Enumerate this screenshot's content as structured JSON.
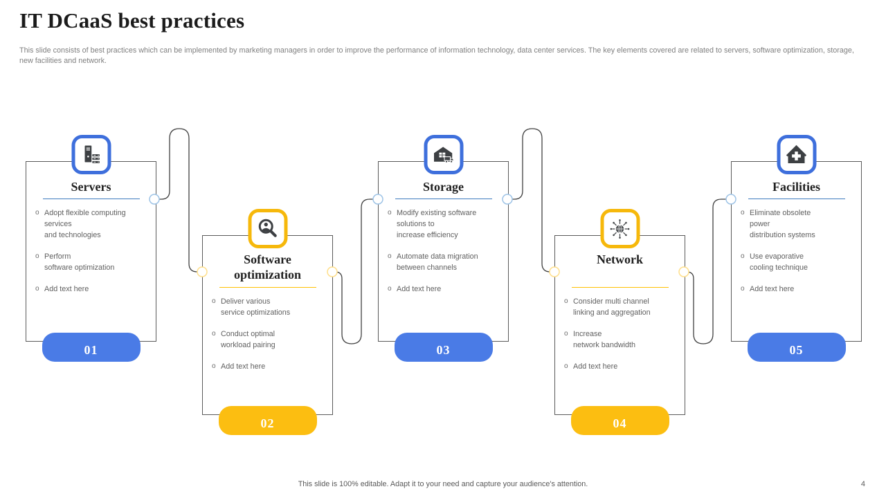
{
  "slide": {
    "title": "IT DCaaS best practices",
    "subtitle": "This slide consists of best practices which can be implemented by marketing managers in order to improve the performance of information technology, data center services. The key elements covered are related to servers, software optimization, storage, new facilities and network.",
    "footer": "This slide is 100% editable. Adapt it to your need and capture your audience's attention.",
    "page_number": "4",
    "bullet_marker": "o"
  },
  "colors": {
    "accent_blue": "#3e6fdc",
    "accent_yellow": "#f6b80b",
    "badge_blue": "#4a7be6",
    "badge_yellow": "#fcbe11",
    "underline_blue": "#3e7cbf",
    "underline_yellow": "#ffc000",
    "connector_line": "#3f3f3f",
    "circle_blue": "#9dc3e6",
    "circle_yellow": "#ffdf8a",
    "icon_glyph": "#3d4043",
    "text_gray": "#5f5f5f"
  },
  "cards": [
    {
      "title": "Servers",
      "number": "01",
      "accent": "blue",
      "icon": "server-icon",
      "bullets": [
        "Adopt flexible computing\nservices\nand technologies",
        "Perform\nsoftware optimization",
        "Add text here"
      ]
    },
    {
      "title": "Software\noptimization",
      "number": "02",
      "accent": "yellow",
      "icon": "search-person-icon",
      "bullets": [
        "Deliver various\nservice optimizations",
        "Conduct optimal\nworkload pairing",
        "Add text here"
      ]
    },
    {
      "title": "Storage",
      "number": "03",
      "accent": "blue",
      "icon": "warehouse-truck-icon",
      "bullets": [
        "Modify existing software\nsolutions to\nincrease efficiency",
        "Automate data migration\nbetween channels",
        "Add text here"
      ]
    },
    {
      "title": "Network",
      "number": "04",
      "accent": "yellow",
      "icon": "network-globe-icon",
      "bullets": [
        "Consider multi channel\nlinking and aggregation",
        "Increase\nnetwork bandwidth",
        "Add text here"
      ]
    },
    {
      "title": "Facilities",
      "number": "05",
      "accent": "blue",
      "icon": "facility-house-icon",
      "bullets": [
        "Eliminate obsolete\npower\ndistribution systems",
        "Use evaporative\ncooling technique",
        "Add text here"
      ]
    }
  ]
}
